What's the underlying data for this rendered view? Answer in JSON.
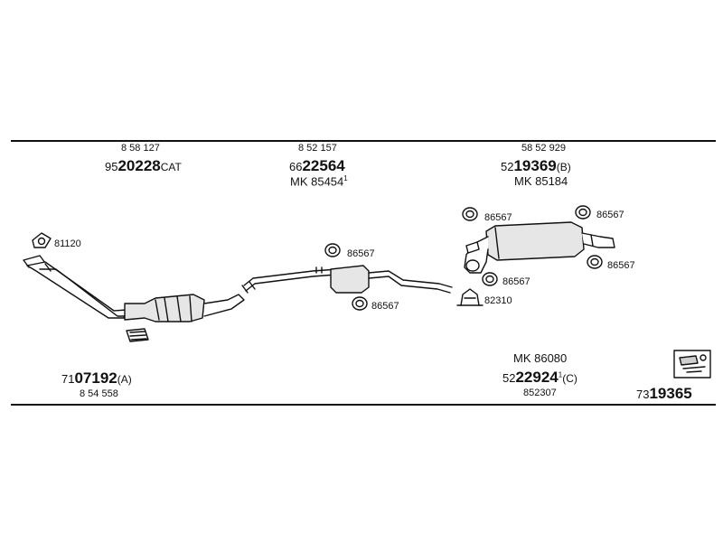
{
  "top_row": {
    "left": {
      "ref": "8 58 127",
      "code_prefix": "95",
      "code_main": "20228",
      "code_suffix": "CAT"
    },
    "middle": {
      "ref": "8 52 157",
      "code_prefix": "66",
      "code_main": "22564",
      "mk": "MK 85454",
      "mk_sup": "1"
    },
    "right": {
      "ref": "58 52 929",
      "code_prefix": "52",
      "code_main": "19369",
      "code_suffix": "(B)",
      "mk": "MK 85184"
    }
  },
  "bottom_row": {
    "left": {
      "code_prefix": "71",
      "code_main": "07192",
      "code_suffix": "(A)",
      "ref": "8 54 558"
    },
    "right": {
      "mk": "MK 86080",
      "code_prefix": "52",
      "code_main": "22924",
      "code_sup": "1",
      "code_suffix": "(C)",
      "ref": "852307"
    },
    "corner": {
      "code_prefix": "73",
      "code_main": "19365"
    }
  },
  "part_labels": {
    "gasket": "81120",
    "hanger_mid_top": "86567",
    "hanger_mid_bottom": "86567",
    "hanger_rear_top_left": "86567",
    "hanger_rear_top_right": "86567",
    "hanger_rear_right": "86567",
    "hanger_rear_bottom": "86567",
    "clamp": "82310"
  },
  "colors": {
    "line": "#111111",
    "part_fill": "#e6e6e6"
  }
}
